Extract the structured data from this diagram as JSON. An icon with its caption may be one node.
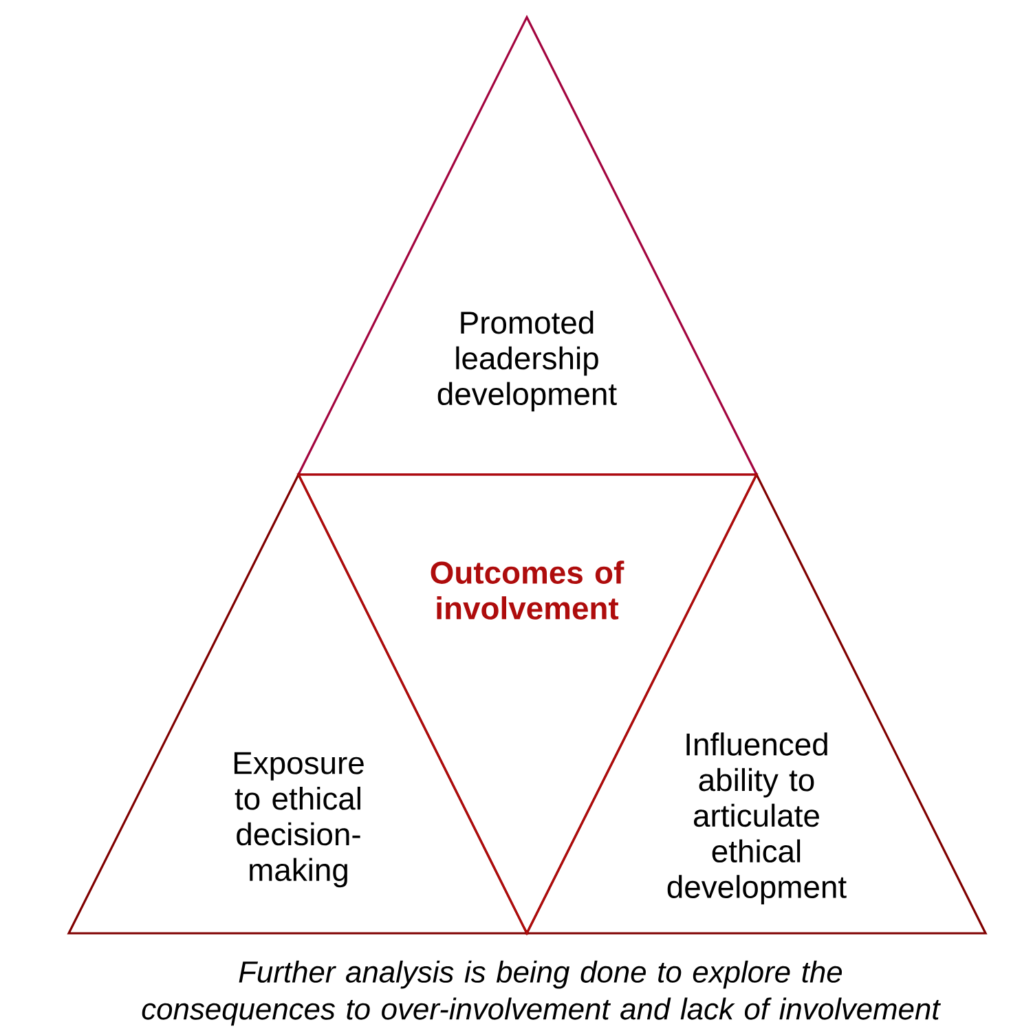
{
  "diagram": {
    "caption": "Further analysis is being done to explore the consequences to over-involvement and lack of involvement",
    "nodes": [
      {
        "text": [
          "Promoted leadership development"
        ]
      },
      {
        "text": [
          "Exposure to ethical decision-making"
        ]
      },
      {
        "text": [
          "Outcomes of involvement"
        ]
      },
      {
        "text": [
          "Influenced ability to articulate ethical development"
        ]
      }
    ]
  }
}
